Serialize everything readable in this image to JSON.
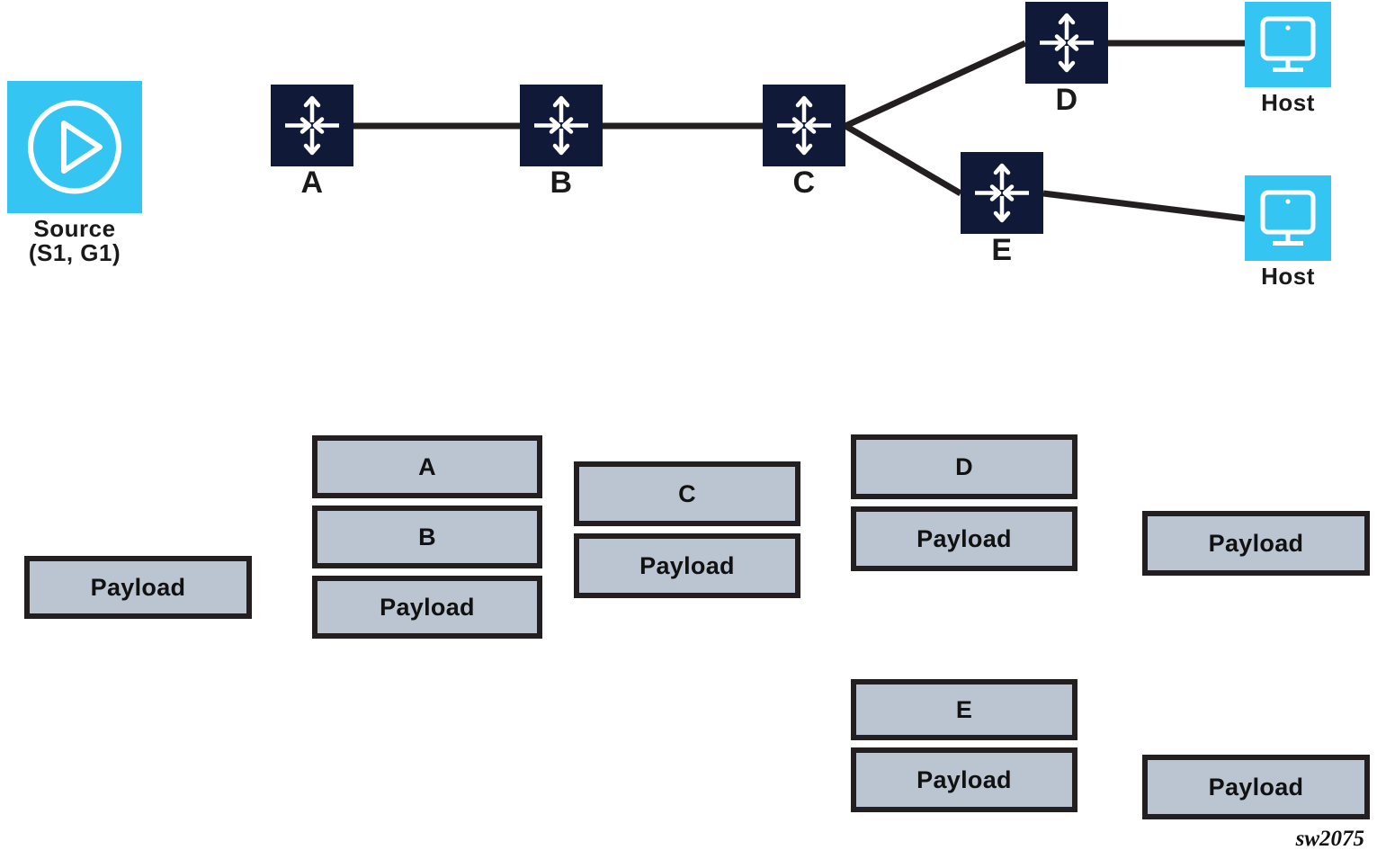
{
  "figure": {
    "id_label": "sw2075",
    "colors": {
      "router_fill": "#101a38",
      "endpoint_fill": "#35c5f2",
      "packet_fill": "#bbc5d1",
      "packet_border": "#231f20",
      "link": "#231f20",
      "text": "#1a1a1a"
    }
  },
  "topology": {
    "nodes": [
      {
        "key": "source",
        "kind": "source",
        "icon": "play-circle-icon",
        "label_line1": "Source",
        "label_line2": "(S1, G1)"
      },
      {
        "key": "a",
        "kind": "router",
        "icon": "router-icon",
        "label": "A"
      },
      {
        "key": "b",
        "kind": "router",
        "icon": "router-icon",
        "label": "B"
      },
      {
        "key": "c",
        "kind": "router",
        "icon": "router-icon",
        "label": "C"
      },
      {
        "key": "d",
        "kind": "router",
        "icon": "router-icon",
        "label": "D"
      },
      {
        "key": "e",
        "kind": "router",
        "icon": "router-icon",
        "label": "E"
      },
      {
        "key": "host1",
        "kind": "host",
        "icon": "monitor-icon",
        "label": "Host"
      },
      {
        "key": "host2",
        "kind": "host",
        "icon": "monitor-icon",
        "label": "Host"
      }
    ],
    "links": [
      {
        "from": "a",
        "to": "b"
      },
      {
        "from": "b",
        "to": "c"
      },
      {
        "from": "c",
        "to": "d"
      },
      {
        "from": "c",
        "to": "e"
      },
      {
        "from": "d",
        "to": "host1"
      },
      {
        "from": "e",
        "to": "host2"
      }
    ]
  },
  "packet_stacks": [
    {
      "key": "stack-source",
      "boxes": [
        {
          "label": "Payload"
        }
      ]
    },
    {
      "key": "stack-ab",
      "boxes": [
        {
          "label": "A"
        },
        {
          "label": "B"
        },
        {
          "label": "Payload"
        }
      ]
    },
    {
      "key": "stack-c",
      "boxes": [
        {
          "label": "C"
        },
        {
          "label": "Payload"
        }
      ]
    },
    {
      "key": "stack-d",
      "boxes": [
        {
          "label": "D"
        },
        {
          "label": "Payload"
        }
      ]
    },
    {
      "key": "stack-host1",
      "boxes": [
        {
          "label": "Payload"
        }
      ]
    },
    {
      "key": "stack-e",
      "boxes": [
        {
          "label": "E"
        },
        {
          "label": "Payload"
        }
      ]
    },
    {
      "key": "stack-host2",
      "boxes": [
        {
          "label": "Payload"
        }
      ]
    }
  ]
}
